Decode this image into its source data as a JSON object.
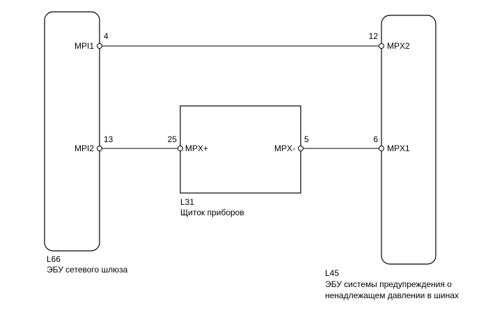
{
  "components": {
    "gateway": {
      "code": "L66",
      "name": "ЭБУ сетевого шлюза"
    },
    "meter": {
      "code": "L31",
      "name": "Щиток приборов"
    },
    "tpms": {
      "code": "L45",
      "name_line1": "ЭБУ системы предупреждения о",
      "name_line2": "ненадлежащем давлении в шинах"
    }
  },
  "pins": {
    "mpi1": {
      "label": "MPI1",
      "num": "4"
    },
    "mpi2": {
      "label": "MPI2",
      "num": "13"
    },
    "mpx_plus": {
      "label": "MPX+",
      "num": "25"
    },
    "mpx_minus": {
      "label": "MPX-",
      "num": "5"
    },
    "mpx2": {
      "label": "MPX2",
      "num": "12"
    },
    "mpx1": {
      "label": "MPX1",
      "num": "6"
    }
  }
}
